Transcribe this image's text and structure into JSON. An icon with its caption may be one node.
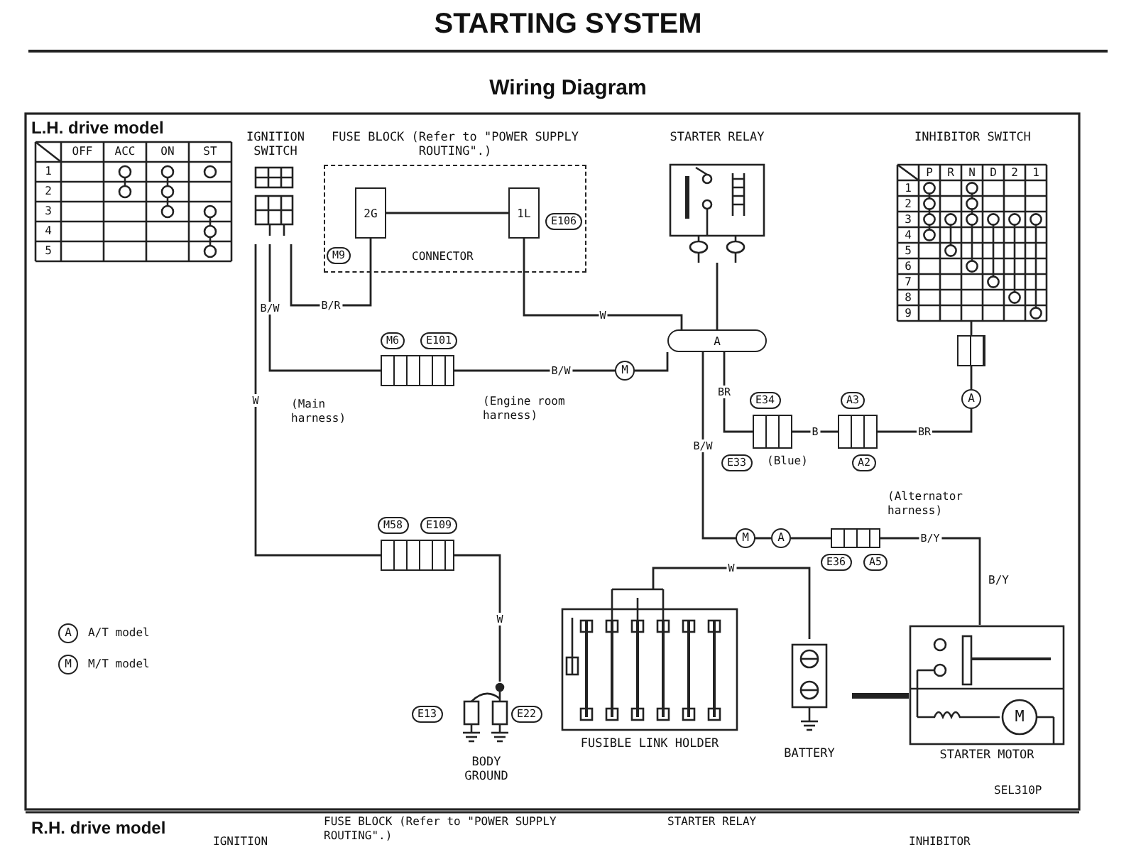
{
  "diagram": {
    "title": "STARTING SYSTEM",
    "nodes": [
      {
        "text": [
          "IGNITION SWITCH"
        ]
      },
      {
        "text": [
          "FUSE BLOCK (Refer to \"POWER SUPPLY ROUTING\".)"
        ]
      },
      {
        "text": [
          "2G"
        ],
        "in": 1,
        "beside": [
          "M9"
        ]
      },
      {
        "text": [
          "1L"
        ],
        "in": 1,
        "beside": [
          "E106"
        ]
      },
      {
        "text": [
          "STARTER RELAY"
        ]
      },
      {
        "text": [
          "INHIBITOR SWITCH"
        ]
      },
      {
        "text": [],
        "shape": "box",
        "beside": [
          "M6",
          "E101"
        ]
      },
      {
        "text": [
          "A"
        ]
      },
      {
        "text": [],
        "shape": "box",
        "beside": [
          "E34",
          "E33"
        ]
      },
      {
        "text": [],
        "shape": "box",
        "beside": [
          "A3",
          "A2"
        ]
      },
      {
        "text": [],
        "shape": "box"
      },
      {
        "text": [],
        "shape": "box",
        "beside": [
          "M58",
          "E109"
        ]
      },
      {
        "text": [],
        "shape": "box",
        "beside": [
          "E36",
          "A5"
        ]
      },
      {
        "text": [
          "BODY GROUND"
        ],
        "beside": [
          "E13",
          "E22"
        ]
      },
      {
        "text": [
          "FUSIBLE LINK HOLDER"
        ]
      },
      {
        "text": [
          "BATTERY"
        ]
      },
      {
        "text": [
          "STARTER MOTOR"
        ]
      }
    ],
    "edges": [
      {
        "from": 0,
        "to": 2,
        "arrow": "none",
        "label": "B/R"
      },
      {
        "from": 0,
        "to": 6,
        "arrow": "none",
        "label": "B/W"
      },
      {
        "from": 0,
        "to": 11,
        "arrow": "none",
        "label": "W"
      },
      {
        "from": 2,
        "to": 3,
        "arrow": "none"
      },
      {
        "from": 3,
        "to": 7,
        "arrow": "none",
        "label": "W"
      },
      {
        "from": 6,
        "to": 7,
        "arrow": "none",
        "label": "B/W"
      },
      {
        "from": 7,
        "to": 4,
        "arrow": "none"
      },
      {
        "from": 7,
        "to": 8,
        "arrow": "none",
        "label": "BR"
      },
      {
        "from": 8,
        "to": 9,
        "arrow": "none",
        "label": "B"
      },
      {
        "from": 9,
        "to": 10,
        "arrow": "none",
        "label": "BR"
      },
      {
        "from": 10,
        "to": 5,
        "arrow": "none"
      },
      {
        "from": 7,
        "to": 12,
        "arrow": "none",
        "label": "B/W"
      },
      {
        "from": 12,
        "to": 16,
        "arrow": "none",
        "label": "B/Y"
      },
      {
        "from": 11,
        "to": 13,
        "arrow": "none",
        "label": "W"
      },
      {
        "from": 14,
        "to": 15,
        "arrow": "none",
        "label": "W"
      },
      {
        "from": 15,
        "to": 16,
        "arrow": "none",
        "style": "thick"
      }
    ],
    "labels": [
      "Wiring Diagram",
      "L.H. drive model",
      "OFF",
      "ACC",
      "ON",
      "ST",
      "1",
      "2",
      "3",
      "4",
      "5",
      "CONNECTOR",
      "P",
      "R",
      "N",
      "D",
      "2",
      "1",
      "1",
      "2",
      "3",
      "4",
      "5",
      "6",
      "7",
      "8",
      "9",
      "(Main harness)",
      "(Engine room harness)",
      "M",
      "(Blue)",
      "(Alternator harness)",
      "M",
      "A",
      "A",
      "B/Y",
      "A",
      "M",
      "M",
      "SEL310P",
      "R.H. drive model",
      "IGNITION",
      "FUSE BLOCK (Refer to \"POWER SUPPLY ROUTING\".)",
      "STARTER RELAY",
      "INHIBITOR"
    ],
    "legend": [
      {
        "text": "A/T model"
      },
      {
        "text": "M/T model"
      }
    ]
  }
}
